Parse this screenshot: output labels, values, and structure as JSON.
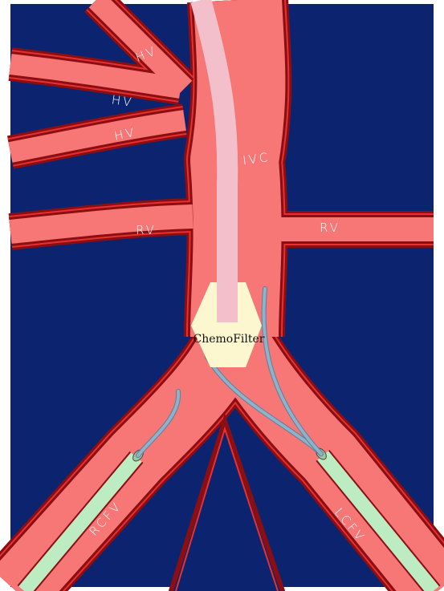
{
  "labels": {
    "hv_top": "HV",
    "hv_middle": "HV",
    "hv_lower": "HV",
    "ivc": "IVC",
    "rv_right_side": "RV",
    "rv_left_side": "RV",
    "rcfv": "RCFV",
    "lcfv": "LCFV",
    "device": "ChemoFilter"
  },
  "colors": {
    "background": "#0c2470",
    "vessel_fill": "#f77777",
    "vessel_outline": "#8a0e12",
    "vessel_outline_inner": "#e83030",
    "catheter": "#f3bfcb",
    "sheath": "#bdebc2",
    "guidewire": "#8fb1c9",
    "device": "#fcf7cf"
  }
}
